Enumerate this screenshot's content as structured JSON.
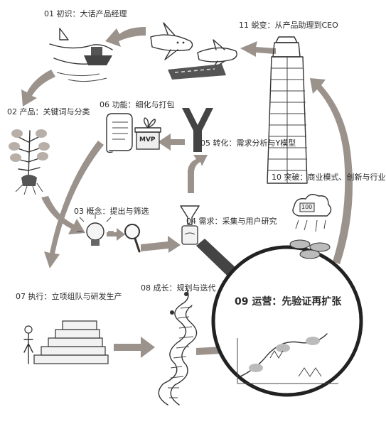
{
  "steps": [
    {
      "id": "01",
      "text": "01 初识：大话产品经理"
    },
    {
      "id": "02",
      "text": "02 产品：关键词与分类"
    },
    {
      "id": "03",
      "text": "03 概念：提出与筛选"
    },
    {
      "id": "04",
      "text": "04 需求：采集与用户研究"
    },
    {
      "id": "05",
      "text": "05 转化：需求分析与Y模型"
    },
    {
      "id": "06",
      "text": "06 功能：细化与打包"
    },
    {
      "id": "07",
      "text": "07 执行：立项组队与研发生产"
    },
    {
      "id": "08",
      "text": "08 成长：规划与迭代"
    },
    {
      "id": "09",
      "text": "09 运营：先验证再扩张"
    },
    {
      "id": "10",
      "text": "10 突破：商业模式、创新与行业"
    },
    {
      "id": "11",
      "text": "11 蜕变：从产品助理到CEO"
    }
  ],
  "mvp_label": "MVP",
  "badge_label": "100"
}
